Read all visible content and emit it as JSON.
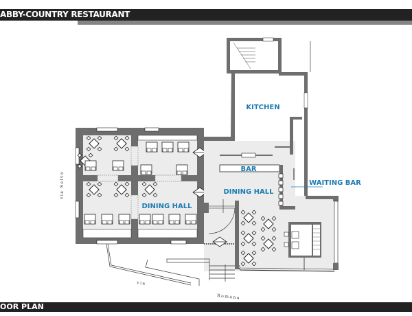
{
  "header": {
    "title": "ABBY-COUNTRY RESTAURANT"
  },
  "footer": {
    "title": "OOR PLAN"
  },
  "rooms": {
    "kitchen": "KITCHEN",
    "bar": "BAR",
    "dining_hall_center": "DINING HALL",
    "dining_hall_left": "DINING HALL",
    "waiting_bar": "WAITING BAR"
  },
  "streets": {
    "via_selva": "via Selva",
    "via": "via",
    "romana": "Romana"
  },
  "colors": {
    "label": "#1b7bb3",
    "wall": "#6e6e6e",
    "floor": "#ececec",
    "bar": "#222222"
  }
}
